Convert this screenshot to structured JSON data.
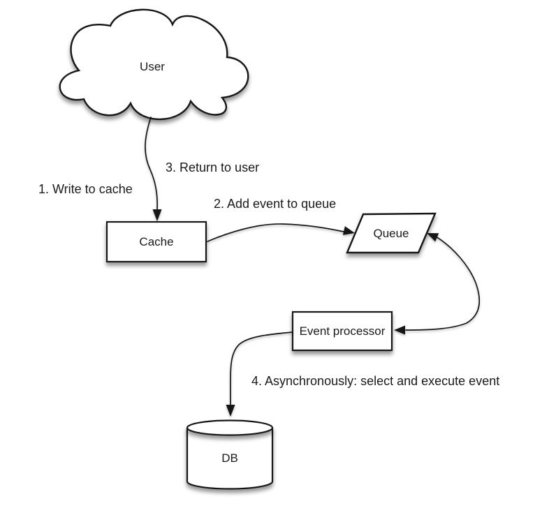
{
  "diagram": {
    "background_color": "#ffffff",
    "stroke_color": "#161616",
    "text_color": "#1a1a1a",
    "nodes": [
      {
        "id": "user",
        "label": "User",
        "shape": "cloud"
      },
      {
        "id": "cache",
        "label": "Cache",
        "shape": "rectangle"
      },
      {
        "id": "queue",
        "label": "Queue",
        "shape": "parallelogram"
      },
      {
        "id": "event-processor",
        "label": "Event processor",
        "shape": "rectangle"
      },
      {
        "id": "db",
        "label": "DB",
        "shape": "cylinder"
      }
    ],
    "edges": [
      {
        "from": "user",
        "to": "cache",
        "style": "curved-arrow"
      },
      {
        "from": "cache",
        "to": "queue",
        "style": "curved-arrow"
      },
      {
        "from": "queue",
        "to": "event-processor",
        "style": "curved-double-arrow"
      },
      {
        "from": "event-processor",
        "to": "db",
        "style": "curved-arrow"
      }
    ],
    "annotations": [
      {
        "id": "step-1",
        "text": "1. Write to cache"
      },
      {
        "id": "step-2",
        "text": "2. Add event to queue"
      },
      {
        "id": "step-3",
        "text": "3. Return to user"
      },
      {
        "id": "step-4",
        "text": "4. Asynchronously: select and execute event"
      }
    ]
  }
}
